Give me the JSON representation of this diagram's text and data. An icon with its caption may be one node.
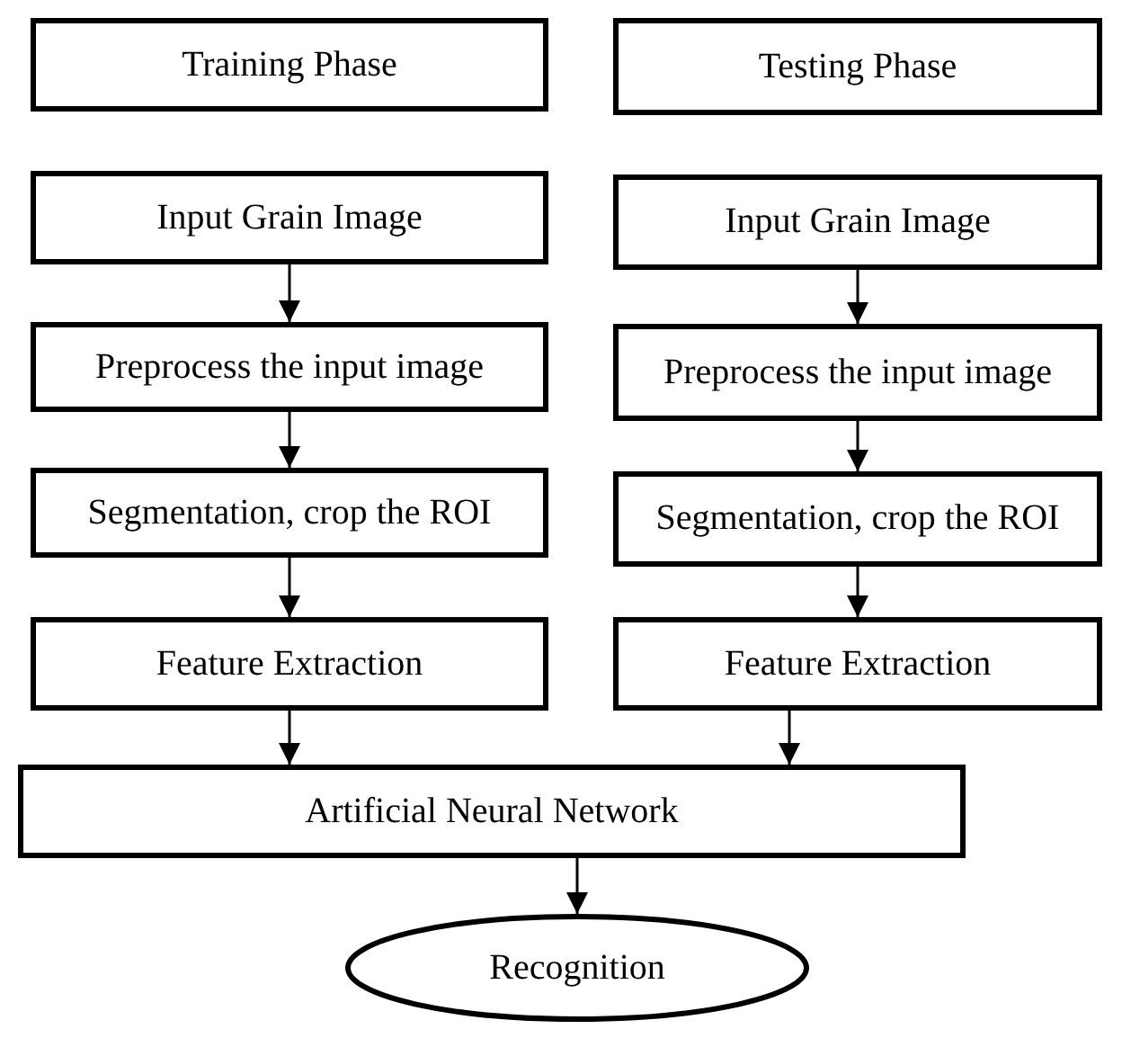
{
  "diagram": {
    "nodes": [
      {
        "text": [
          "Training Phase"
        ]
      },
      {
        "text": [
          "Testing Phase"
        ]
      },
      {
        "text": [
          "Input Grain Image"
        ]
      },
      {
        "text": [
          "Input Grain Image"
        ]
      },
      {
        "text": [
          "Preprocess the input image"
        ]
      },
      {
        "text": [
          "Preprocess the input image"
        ]
      },
      {
        "text": [
          "Segmentation, crop the ROI"
        ]
      },
      {
        "text": [
          "Segmentation, crop the ROI"
        ]
      },
      {
        "text": [
          "Feature Extraction"
        ]
      },
      {
        "text": [
          "Feature Extraction"
        ]
      },
      {
        "text": [
          "Artificial Neural Network"
        ]
      },
      {
        "text": [
          "Recognition"
        ]
      }
    ],
    "edges": [
      {
        "from": 2,
        "to": 4,
        "arrow": "to"
      },
      {
        "from": 3,
        "to": 5,
        "arrow": "to"
      },
      {
        "from": 4,
        "to": 6,
        "arrow": "to"
      },
      {
        "from": 5,
        "to": 7,
        "arrow": "to"
      },
      {
        "from": 6,
        "to": 8,
        "arrow": "to"
      },
      {
        "from": 7,
        "to": 9,
        "arrow": "to"
      },
      {
        "from": 8,
        "to": 10,
        "arrow": "to"
      },
      {
        "from": 9,
        "to": 10,
        "arrow": "to"
      },
      {
        "from": 10,
        "to": 11,
        "arrow": "to"
      }
    ]
  }
}
